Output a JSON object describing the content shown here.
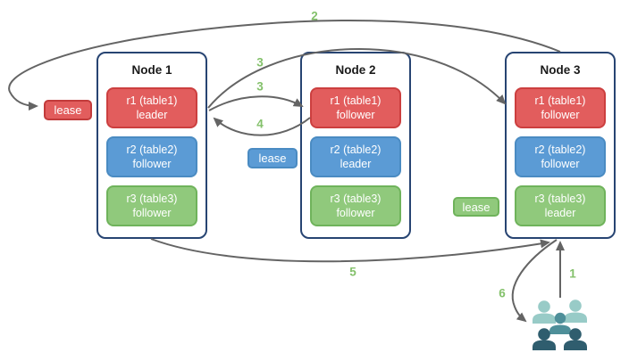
{
  "nodes": [
    {
      "title": "Node 1",
      "replicas": [
        {
          "name": "r1 (table1)",
          "role": "leader",
          "color": "#E25D5D"
        },
        {
          "name": "r2 (table2)",
          "role": "follower",
          "color": "#5B9BD5"
        },
        {
          "name": "r3 (table3)",
          "role": "follower",
          "color": "#90C97C"
        }
      ]
    },
    {
      "title": "Node 2",
      "replicas": [
        {
          "name": "r1 (table1)",
          "role": "follower",
          "color": "#E25D5D"
        },
        {
          "name": "r2 (table2)",
          "role": "leader",
          "color": "#5B9BD5"
        },
        {
          "name": "r3 (table3)",
          "role": "follower",
          "color": "#90C97C"
        }
      ]
    },
    {
      "title": "Node 3",
      "replicas": [
        {
          "name": "r1 (table1)",
          "role": "follower",
          "color": "#E25D5D"
        },
        {
          "name": "r2 (table2)",
          "role": "follower",
          "color": "#5B9BD5"
        },
        {
          "name": "r3 (table3)",
          "role": "leader",
          "color": "#90C97C"
        }
      ]
    }
  ],
  "leases": [
    {
      "label": "lease",
      "color": "#E25D5D",
      "near": "Node 1 r1 leader"
    },
    {
      "label": "lease",
      "color": "#5B9BD5",
      "near": "Node 2 r2 leader"
    },
    {
      "label": "lease",
      "color": "#90C97C",
      "near": "Node 3 r3 leader"
    }
  ],
  "step_labels": {
    "s1": "1",
    "s2": "2",
    "s3_upper": "3",
    "s3_lower": "3",
    "s4": "4",
    "s5": "5",
    "s6": "6"
  },
  "icons": {
    "clients": "users-group-icon"
  },
  "colors": {
    "node_border": "#274472",
    "arrow": "#646464",
    "step_label": "#84C16B",
    "replica_red": "#E25D5D",
    "replica_blue": "#5B9BD5",
    "replica_green": "#90C97C",
    "people_light": "#98CBC7",
    "people_mid": "#4E8F99",
    "people_dark": "#2F5D6E"
  }
}
